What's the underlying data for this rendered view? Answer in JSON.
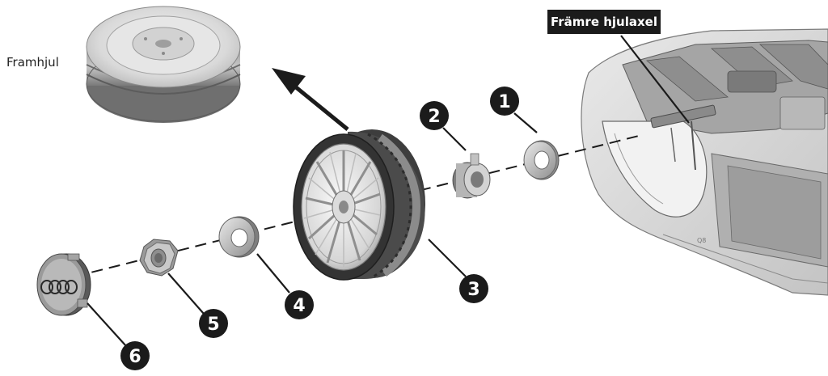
{
  "labels": {
    "front_wheel": "Framhjul",
    "front_axle": "Främre hjulaxel"
  },
  "callouts": [
    "1",
    "2",
    "3",
    "4",
    "5",
    "6"
  ],
  "colors": {
    "callout_fill": "#1b1b1b",
    "line": "#1b1b1b",
    "part_light": "#d8d8d8",
    "part_mid": "#a9a9a9",
    "part_dark": "#5f5f5f"
  }
}
